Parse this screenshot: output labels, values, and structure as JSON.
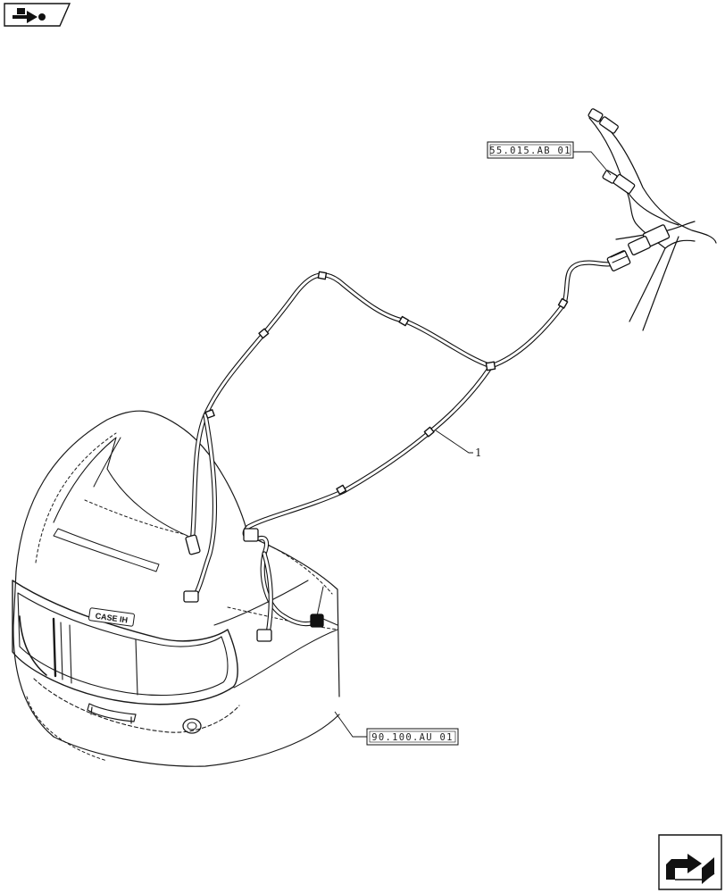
{
  "page": {
    "background": "#ffffff",
    "line_color": "#1a1a1a"
  },
  "nav": {
    "top_left_icon": "tractor-arrow-icon",
    "bottom_right_icon": "return-arrow-icon"
  },
  "references": {
    "upper": "55.015.AB 01",
    "lower": "90.100.AU 01"
  },
  "callouts": {
    "item_1": "1"
  },
  "hood": {
    "brand_mark": "CASE IH"
  }
}
